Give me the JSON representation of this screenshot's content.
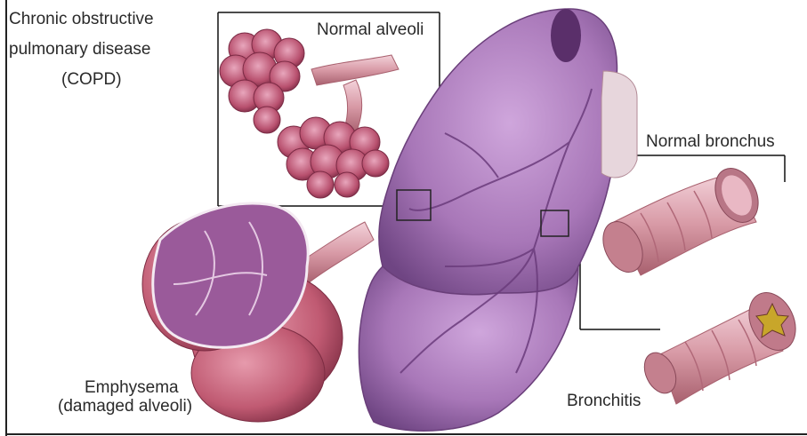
{
  "title": [
    "Chronic obstructive",
    "pulmonary disease",
    "(COPD)"
  ],
  "labels": {
    "normal_alveoli": "Normal alveoli",
    "normal_bronchus": "Normal bronchus",
    "emphysema": [
      "Emphysema",
      "(damaged alveoli)"
    ],
    "bronchitis": "Bronchitis"
  },
  "colors": {
    "lung": "#a877b8",
    "lung_dark": "#7a4f8c",
    "alveoli": "#b8506e",
    "emphysema": "#c05a72",
    "bronchus": "#d89aa6",
    "frame": "#111111"
  }
}
